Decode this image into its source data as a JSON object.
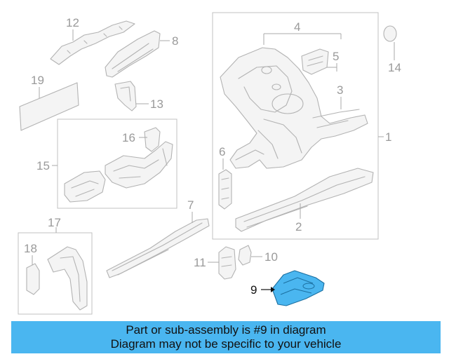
{
  "callouts": {
    "n1": "1",
    "n2": "2",
    "n3": "3",
    "n4": "4",
    "n5": "5",
    "n6": "6",
    "n7": "7",
    "n8": "8",
    "n9": "9",
    "n10": "10",
    "n11": "11",
    "n12": "12",
    "n13": "13",
    "n14": "14",
    "n15": "15",
    "n16": "16",
    "n17": "17",
    "n18": "18",
    "n19": "19"
  },
  "highlighted_part": "9",
  "colors": {
    "highlight_fill": "#4ab6f0",
    "banner_bg": "#4ab6f0",
    "part_line": "#b3b3b3"
  },
  "banner": {
    "line1": "Part or sub-assembly is #9 in diagram",
    "line2": "Diagram may not be specific to your vehicle"
  }
}
